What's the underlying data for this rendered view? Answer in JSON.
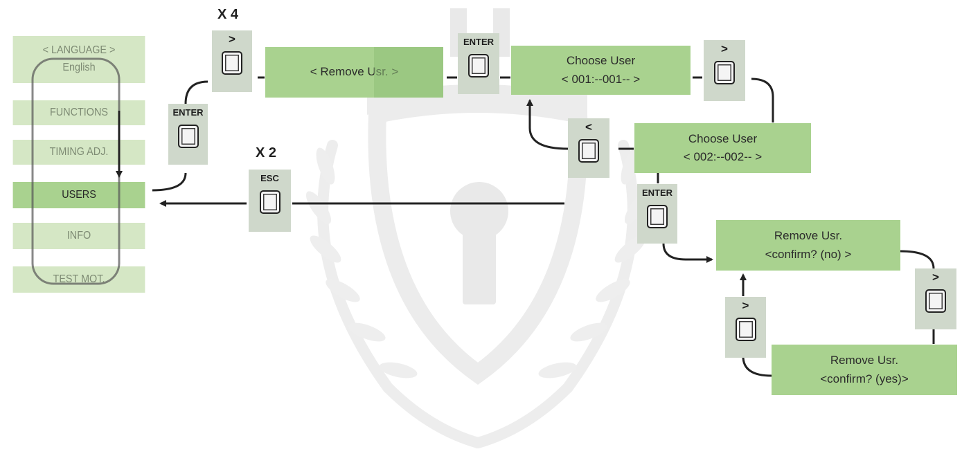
{
  "menu": {
    "language": "< LANGUAGE >",
    "language_value": "English",
    "functions": "FUNCTIONS",
    "timing": "TIMING ADJ.",
    "users": "USERS",
    "info": "INFO",
    "test": "TEST MOT."
  },
  "counts": {
    "x4": "X 4",
    "x2": "X 2"
  },
  "buttons": {
    "next_top": ">",
    "enter_left": "ENTER",
    "enter_mid": "ENTER",
    "next_right": ">",
    "prev": "<",
    "esc": "ESC",
    "enter_right": "ENTER",
    "next_lower_right": ">",
    "next_lower_left": ">"
  },
  "panels": {
    "remove_usr": "< Remove Usr. >",
    "choose_user_1_title": "Choose User",
    "choose_user_1_value": "< 001:--001-- >",
    "choose_user_2_title": "Choose User",
    "choose_user_2_value": "< 002:--002-- >",
    "confirm_no_title": "Remove Usr.",
    "confirm_no_value": "<confirm? (no) >",
    "confirm_yes_title": "Remove Usr.",
    "confirm_yes_value": "<confirm? (yes)>"
  },
  "colors": {
    "menu_light": "#d5e7c5",
    "menu_active": "#a9d28f",
    "panel": "#a9d28f",
    "button_bg": "#cfd8cb",
    "line": "#222222",
    "watermark": "#ebebeb"
  }
}
